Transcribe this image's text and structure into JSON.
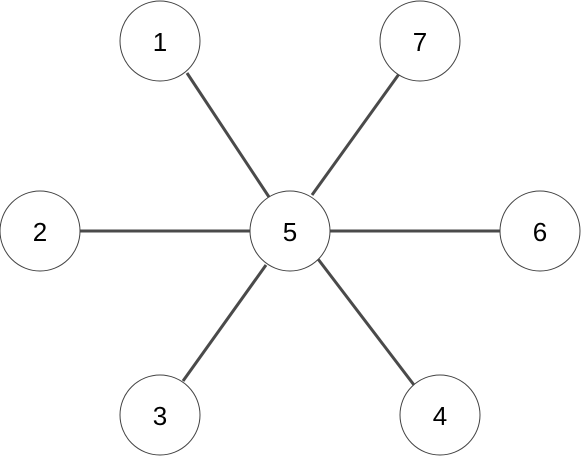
{
  "graph": {
    "center": "5",
    "nodes": [
      {
        "id": "1",
        "label": "1"
      },
      {
        "id": "7",
        "label": "7"
      },
      {
        "id": "2",
        "label": "2"
      },
      {
        "id": "5",
        "label": "5"
      },
      {
        "id": "6",
        "label": "6"
      },
      {
        "id": "3",
        "label": "3"
      },
      {
        "id": "4",
        "label": "4"
      }
    ],
    "edges": [
      {
        "from": "5",
        "to": "1"
      },
      {
        "from": "5",
        "to": "7"
      },
      {
        "from": "5",
        "to": "2"
      },
      {
        "from": "5",
        "to": "6"
      },
      {
        "from": "5",
        "to": "3"
      },
      {
        "from": "5",
        "to": "4"
      }
    ]
  },
  "colors": {
    "edge": "#4a4a4a",
    "node_stroke": "#444444",
    "node_fill": "#ffffff",
    "text": "#000000"
  }
}
